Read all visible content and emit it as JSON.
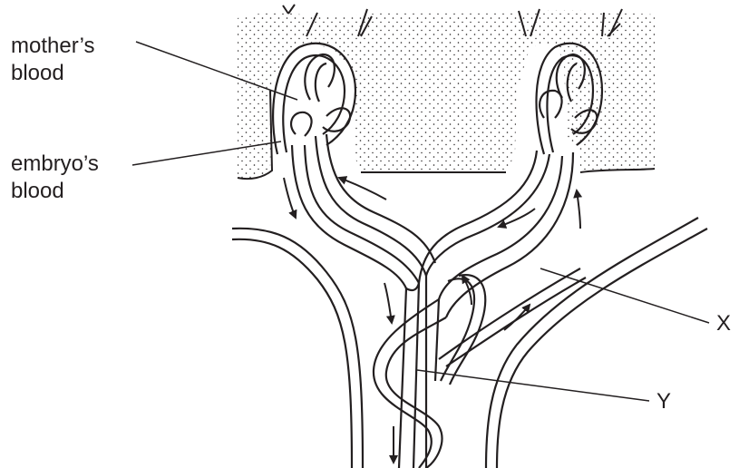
{
  "labels": {
    "mother_line1": "mother’s",
    "mother_line2": "blood",
    "embryo_line1": "embryo’s",
    "embryo_line2": "blood",
    "x": "X",
    "y": "Y"
  },
  "colors": {
    "ink": "#231f20",
    "background": "#ffffff",
    "stipple": "#231f20"
  }
}
